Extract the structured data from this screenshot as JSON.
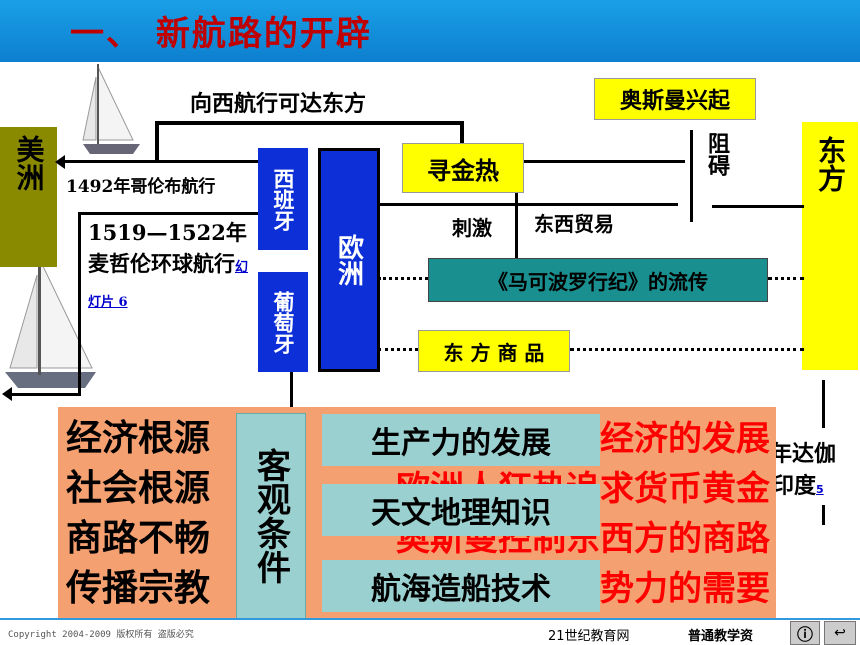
{
  "title": "一、 新航路的开辟",
  "labels": {
    "america": "美洲",
    "east": "东方",
    "west_route": "向西航行可达东方",
    "ottoman": "奥斯曼兴起",
    "block": "阻碍",
    "columbus": "1492年哥伦布航行",
    "magellan": "1519—1522年麦哲伦环球航行",
    "slide_link": "幻灯片 6",
    "spain": "西班牙",
    "portugal": "葡萄牙",
    "europe": "欧洲",
    "gold_rush": "寻金热",
    "stimulate": "刺激",
    "trade": "东西贸易",
    "marco_polo": "《马可波罗行纪》的流传",
    "eastern_goods": "东 方 商 品",
    "dagama_partial": "年达伽",
    "india_partial": "印度",
    "slide_link2": "5"
  },
  "reasons": {
    "econ": "经济根源",
    "econ_tail": "商品经济的发展",
    "social": "社会根源",
    "social_tail": "欧洲人狂热追求货币黄金",
    "trade_route": "商路不畅",
    "trade_tail": "奥斯曼控制东西方的商路",
    "religion": "传播宗教",
    "religion_tail": "、扩张势力的需要"
  },
  "objective": {
    "title": "客观条件",
    "item1": "生产力的发展",
    "item2": "天文地理知识",
    "item3": "航海造船技术"
  },
  "footer": {
    "copyright": "Copyright 2004-2009 版权所有 盗版必究",
    "site": "21世纪教育网",
    "site2": "普通教学资"
  }
}
